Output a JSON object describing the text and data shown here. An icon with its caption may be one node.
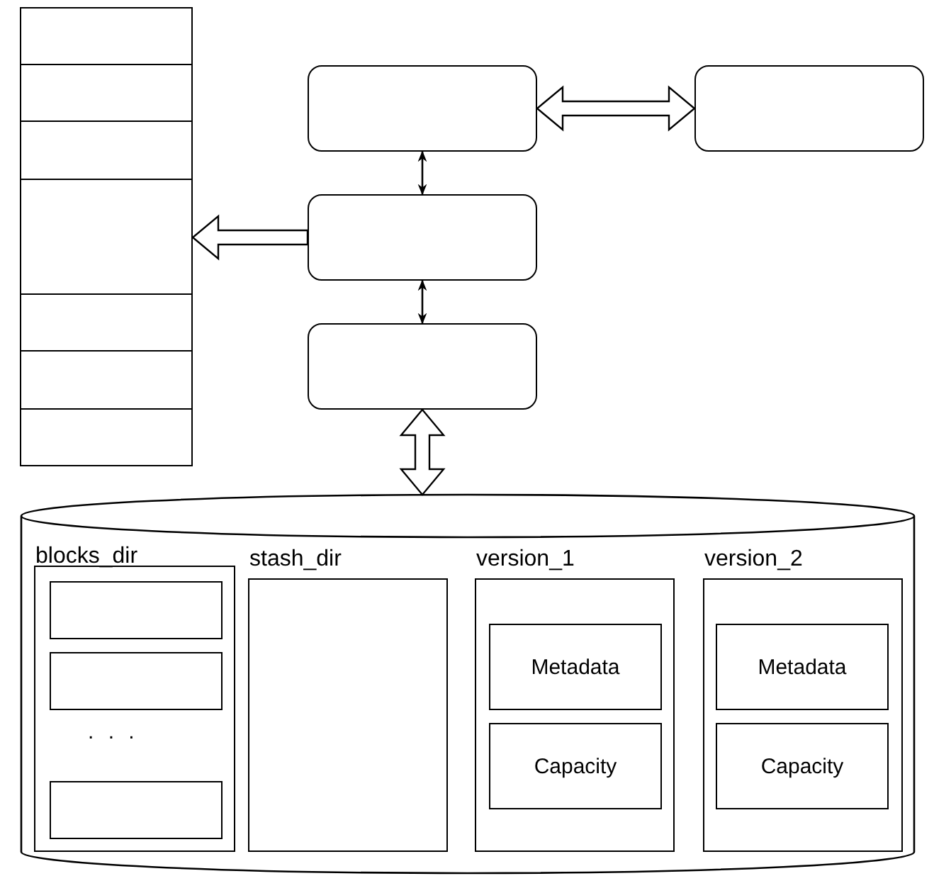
{
  "diagram": {
    "nodes": [
      {
        "text": [],
        "shape": "box"
      },
      {
        "text": [],
        "shape": "box"
      },
      {
        "text": [],
        "shape": "box"
      },
      {
        "text": [],
        "shape": "box"
      },
      {
        "text": [],
        "shape": "box"
      },
      {
        "text": [],
        "shape": "box"
      },
      {
        "text": [],
        "shape": "box"
      },
      {
        "text": [],
        "shape": "box"
      },
      {
        "text": [],
        "shape": "box"
      },
      {
        "text": [],
        "shape": "box"
      },
      {
        "text": [],
        "shape": "box"
      },
      {
        "text": [],
        "shape": "cylinder"
      },
      {
        "text": [
          "blocks_dir"
        ],
        "in": 11
      },
      {
        "text": [],
        "shape": "box",
        "in": 12
      },
      {
        "text": [],
        "shape": "box",
        "in": 12
      },
      {
        "text": [],
        "shape": "box",
        "in": 12
      },
      {
        "text": [
          "stash_dir"
        ],
        "in": 11
      },
      {
        "text": [
          "version_1"
        ],
        "in": 11
      },
      {
        "text": [
          "Metadata"
        ],
        "in": 17
      },
      {
        "text": [
          "Capacity"
        ],
        "in": 17
      },
      {
        "text": [
          "version_2"
        ],
        "in": 11
      },
      {
        "text": [
          "Metadata"
        ],
        "in": 20
      },
      {
        "text": [
          "Capacity"
        ],
        "in": 20
      }
    ],
    "edges": [
      {
        "from": 7,
        "to": 8,
        "arrow": "both",
        "style": "thick"
      },
      {
        "from": 7,
        "to": 9,
        "arrow": "both"
      },
      {
        "from": 9,
        "to": 3,
        "arrow": "to",
        "style": "thick"
      },
      {
        "from": 9,
        "to": 10,
        "arrow": "both"
      },
      {
        "from": 10,
        "to": 11,
        "arrow": "both",
        "style": "thick"
      }
    ],
    "labels": [
      ". . ."
    ]
  }
}
